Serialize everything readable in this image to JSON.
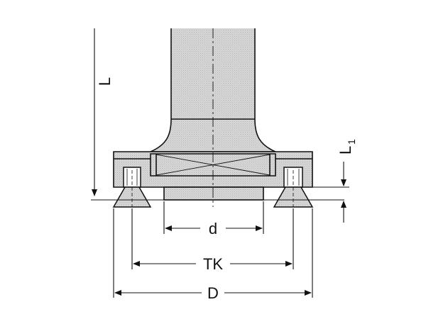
{
  "labels": {
    "L": "L",
    "L1_main": "L",
    "L1_sub": "1",
    "d": "d",
    "TK": "TK",
    "D": "D"
  },
  "colors": {
    "line": "#111111",
    "fill": "#d9d9d9",
    "background": "#ffffff"
  }
}
